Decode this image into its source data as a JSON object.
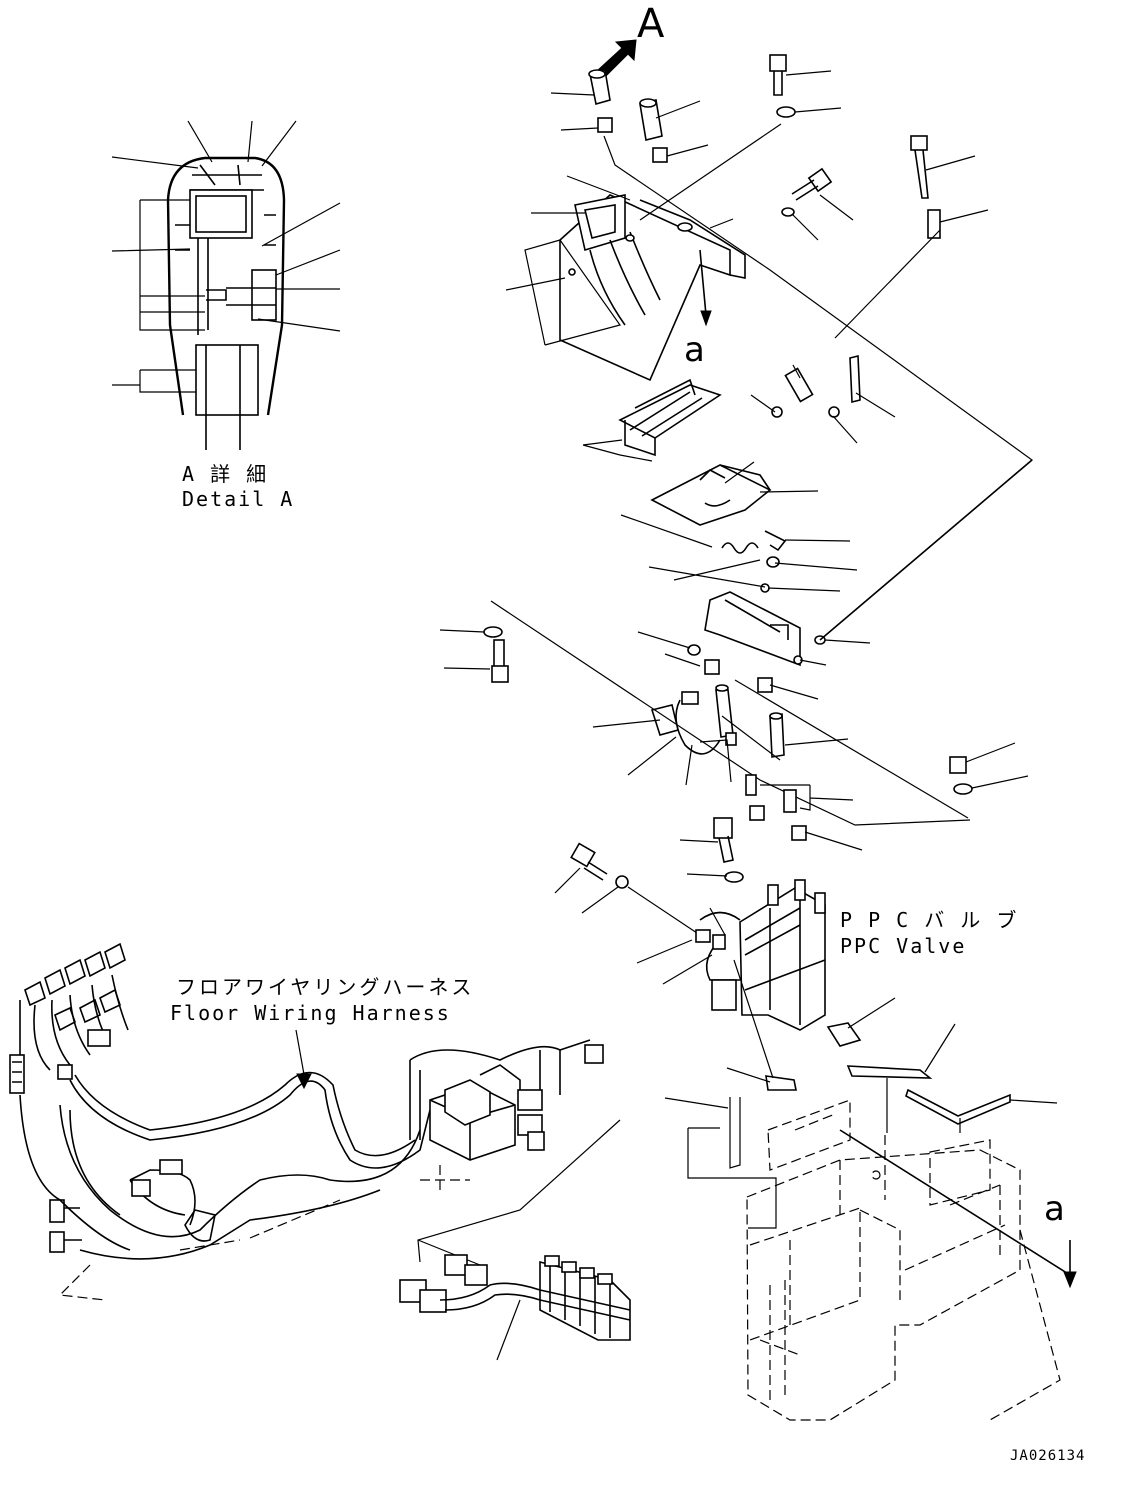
{
  "view_label": "A",
  "section_marker": "a",
  "detail": {
    "jp": "A 詳 細",
    "en": "Detail A"
  },
  "ppc_valve": {
    "jp": "P P C バ ル ブ",
    "en": "PPC Valve"
  },
  "harness": {
    "jp": "フロアワイヤリングハーネス",
    "en": "Floor Wiring Harness"
  },
  "drawing_number": "JA026134"
}
